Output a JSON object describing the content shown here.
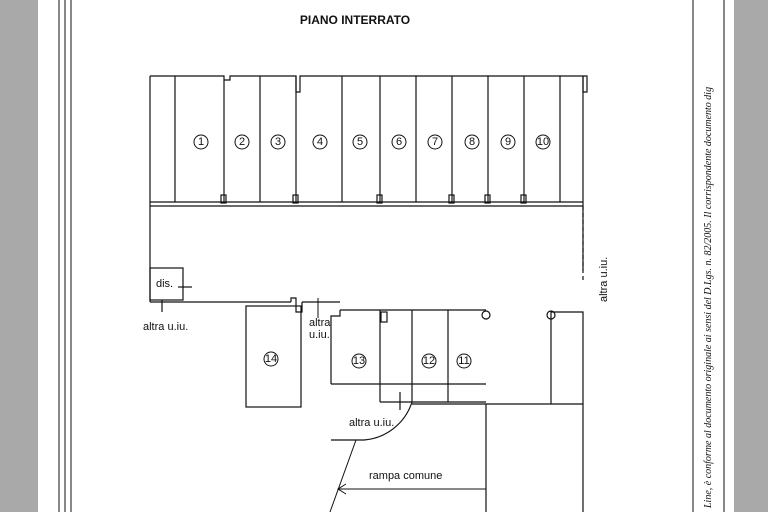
{
  "drawing": {
    "title": "PIANO INTERRATO",
    "labels": {
      "dis": "dis.",
      "altra_uiu_left": "altra u.iu.",
      "altra_top": "altra",
      "uiu_top": "u.iu.",
      "altra_uiu_bottom": "altra  u.iu.",
      "altra_uiu_right": "altra u.iu.",
      "rampa": "rampa comune"
    },
    "spaces_top": [
      "1",
      "2",
      "3",
      "4",
      "5",
      "6",
      "7",
      "8",
      "9",
      "10"
    ],
    "spaces_bottom": [
      "14",
      "13",
      "12",
      "11"
    ],
    "side_note": "Line, è conforme al documento originale ai sensi del D.Lgs. n. 82/2005. Il corrispondente documento dig"
  },
  "colors": {
    "frame": "#a9a9a9",
    "paper": "#ffffff",
    "ink": "#111111"
  }
}
